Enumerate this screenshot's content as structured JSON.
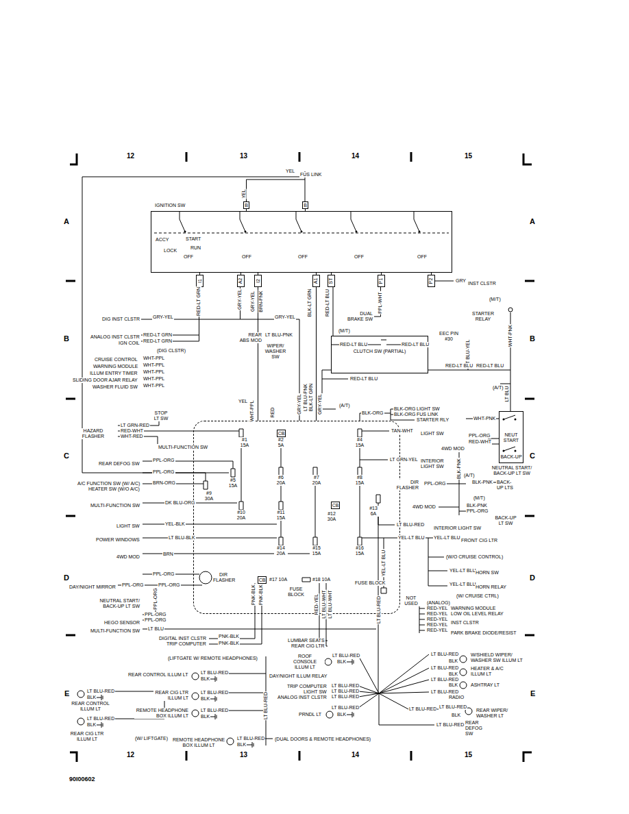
{
  "diagram": {
    "nodes": [
      {
        "text": [
          "IGNITION SW"
        ]
      },
      {
        "text": [
          "B"
        ]
      },
      {
        "text": [
          "B"
        ]
      },
      {
        "text": [
          "I1"
        ]
      },
      {
        "text": [
          "A2"
        ]
      },
      {
        "text": [
          "I2"
        ]
      },
      {
        "text": [
          "A1"
        ]
      },
      {
        "text": [
          "ST"
        ]
      },
      {
        "text": [
          "P1"
        ]
      },
      {
        "text": [
          "P2"
        ]
      },
      {
        "text": [
          "FUSE BLOCK"
        ]
      },
      {
        "text": [
          "CB"
        ],
        "in": 10
      },
      {
        "text": [
          "CB"
        ],
        "in": 10
      },
      {
        "text": [
          "CB"
        ],
        "in": 10
      },
      {
        "text": [
          "CLUTCH SW (PARTIAL)"
        ]
      },
      {
        "text": [
          "NEUT START",
          "BACK-UP",
          "NEUTRAL START/ BACK-UP LT SW"
        ]
      }
    ],
    "edges": [
      {
        "from": 0,
        "to": 3,
        "arrow": "none"
      },
      {
        "from": 0,
        "to": 4,
        "arrow": "none"
      },
      {
        "from": 0,
        "to": 5,
        "arrow": "none"
      },
      {
        "from": 0,
        "to": 6,
        "arrow": "none"
      },
      {
        "from": 0,
        "to": 7,
        "arrow": "none"
      },
      {
        "from": 0,
        "to": 8,
        "arrow": "none"
      },
      {
        "from": 0,
        "to": 9,
        "arrow": "none"
      },
      {
        "from": 1,
        "to": 0,
        "arrow": "none"
      },
      {
        "from": 2,
        "to": 0,
        "arrow": "none"
      },
      {
        "from": 5,
        "to": 10,
        "arrow": "none"
      },
      {
        "from": 6,
        "to": 10,
        "arrow": "none"
      },
      {
        "from": 7,
        "to": 14,
        "arrow": "none"
      },
      {
        "from": 14,
        "to": 15,
        "arrow": "none"
      }
    ],
    "labels": [
      "12",
      "13",
      "14",
      "15",
      "12",
      "13",
      "14",
      "15",
      "A",
      "A",
      "B",
      "B",
      "C",
      "C",
      "D",
      "D",
      "E",
      "E",
      "YEL",
      "FUS LINK",
      "YEL",
      "ACCY",
      "START",
      "LOCK",
      "RUN",
      "OFF",
      "OFF",
      "OFF",
      "OFF",
      "OFF",
      "RED-LT GRN",
      "GRY-YEL",
      "GRY-YEL",
      "BRN-PNK",
      "BLK-LT GRN",
      "RED-LT BLU",
      "PPL-WHT",
      "GRY",
      "INST CLSTR",
      "DIG INST CLSTR",
      "GRY-YEL",
      "GRY-YEL",
      "ANALOG INST CLSTR",
      "RED-LT GRN",
      "IGN COIL",
      "RED-LT GRN",
      "(DIG CLSTR)",
      "CRUISE CONTROL",
      "WARNING MODULE",
      "ILLUM ENTRY TIMER",
      "SLIDING DOOR AJAR RELAY",
      "WASHER FLUID SW",
      "WHT-PPL",
      "WHT-PPL",
      "WHT-PPL",
      "WHT-PPL",
      "WHT-PPL",
      "REAR ABS MOD",
      "LT BLU-PNK",
      "WIPER/ WASHER SW",
      "(M/T)",
      "RED-LT BLU",
      "RED-LT BLU",
      "EEC PIN #30",
      "LT BLU-YEL",
      "(M/T)",
      "STARTER RELAY",
      "WHT-PNK",
      "DUAL BRAKE SW",
      "RED-LT BLU",
      "RED-LT BLU",
      "RED-LT BLU",
      "(A/T)",
      "(A/T)",
      "LT BLU",
      "YEL",
      "WHT-PPL",
      "RED",
      "GRY-YEL",
      "LT BLU-PNK",
      "BLK-LT GRN",
      "GRY-YEL",
      "STOP LT SW",
      "LT GRN-RED",
      "RED-WHT",
      "WHT-RED",
      "HAZARD FLASHER",
      "MULTI-FUNCTION SW",
      "BLK-ORG",
      "BLK-ORG",
      "BLK-ORG",
      "LIGHT SW",
      "FUS LINK",
      "STARTER RLY",
      "WHT-PNK",
      "#1 15A",
      "#2 5A",
      "#4 15A",
      "#5 15A",
      "#9 30A",
      "#6 20A",
      "#7 20A",
      "#8 15A",
      "#10 20A",
      "#11 15A",
      "#12 30A",
      "#13 6A",
      "#14 20A",
      "#15 15A",
      "#16 15A",
      "#17 10A",
      "#18 10A",
      "TAN-WHT",
      "LIGHT SW",
      "PPL-ORG",
      "REAR DEFOG SW",
      "PPL-ORG",
      "A/C FUNCTION SW (W/ A/C)",
      "HEATER SW (W/O A/C)",
      "BRN-ORG",
      "MULTI-FUNCTION SW",
      "DK BLU-ORG",
      "LT GRN-YEL",
      "INTERIOR LIGHT SW",
      "PPL-ORG",
      "RED-WHT",
      "4WD MOD",
      "BLK-PNK",
      "(A/T)",
      "DIR FLASHER",
      "PPL-ORG",
      "BLK-PNK",
      "BACK-UP LTS",
      "(M/T)",
      "BLK-PNK",
      "4WD MOD",
      "PPL-ORG",
      "BACK-UP LT SW",
      "LIGHT SW",
      "YEL-BLK",
      "LT BLU-RED",
      "INTERIOR LIGHT SW",
      "POWER WINDOWS",
      "LT BLU-BLK",
      "YEL-LT BLU",
      "YEL-LT BLU",
      "FRONT CIG LTR",
      "4WD MOD",
      "BRN",
      "(W/O CRUISE CONTROL)",
      "YEL-LT BLU",
      "YEL-LT BLU",
      "HORN SW",
      "PPL-ORG",
      "DIR FLASHER",
      "YEL-LT BLU",
      "HORN RELAY",
      "DAY/NIGHT MIRROR",
      "PPL-ORG",
      "PPL-ORG",
      "FUSE BLOCK",
      "PNK-BLK",
      "PNK-BLK",
      "RED-YEL",
      "LT BLU-WHT",
      "LT BLU-WHT",
      "(W/ CRUISE CTRL)",
      "NOT USED",
      "NEUTRAL START/ BACK-UP LT SW",
      "PPL-ORG",
      "PPL-ORG",
      "PPL-ORG",
      "HEGO SENSOR",
      "MULTI-FUNCTION SW",
      "LT BLU",
      "(ANALOG)",
      "RED-YEL",
      "RED-YEL",
      "RED-YEL",
      "RED-YEL",
      "RED-YEL",
      "WARNING MODULE",
      "LOW OIL LEVEL RELAY",
      "INST CLSTR",
      "PARK BRAKE DIODE/RESIST",
      "LT BLU-RED",
      "DIGITAL INST CLSTR",
      "TRIP COMPUTER",
      "PNK-BLK",
      "PNK-BLK",
      "LUMBAR SEATS",
      "REAR CIG LTR",
      "(LIFTGATE W/ REMOTE HEADPHONES)",
      "ROOF CONSOLE ILLUM LT",
      "LT BLU-RED",
      "BLK",
      "REAR CONTROL ILLUM LT",
      "LT BLU-RED",
      "BLK",
      "DAY/NIGHT ILLUM RELAY",
      "TRIP COMPUTER",
      "LIGHT SW",
      "ANALOG INST CLSTR",
      "LT BLU-RED",
      "LT BLU-RED",
      "LT BLU-RED",
      "REAR CIG LTR ILLUM LT",
      "LT BLU-RED",
      "BLK",
      "REAR CONTROL ILLUM LT",
      "LT BLU-RED",
      "BLK",
      "LT BLU-RED",
      "BLK",
      "REAR CIG LTR ILLUM LT",
      "REMOTE HEADPHONE BOX ILLUM LT",
      "LT BLU-RED",
      "BLK",
      "LT BLU-RED",
      "PRNDL LT",
      "LT BLU-RED",
      "BLK",
      "(W/ LIFTGATE)",
      "REMOTE HEADPHONE BOX ILLUM LT",
      "LT BLU-RED",
      "BLK",
      "(DUAL DOORS & REMOTE HEADPHONES)",
      "LT BLU-RED",
      "BLK",
      "W/SHIELD WIPER/ WASHER SW ILLUM LT",
      "LT BLU-RED",
      "BLK",
      "HEATER & A/C ILLUM LT",
      "LT BLU-RED",
      "BLK",
      "ASHTRAY LT",
      "LT BLU-RED",
      "RADIO",
      "LT BLU-RED",
      "LT BLU-RED",
      "BLK",
      "REAR WIPER/ WASHER LT",
      "LT BLU-RED",
      "REAR DEFOG SW",
      "90I00602"
    ]
  }
}
